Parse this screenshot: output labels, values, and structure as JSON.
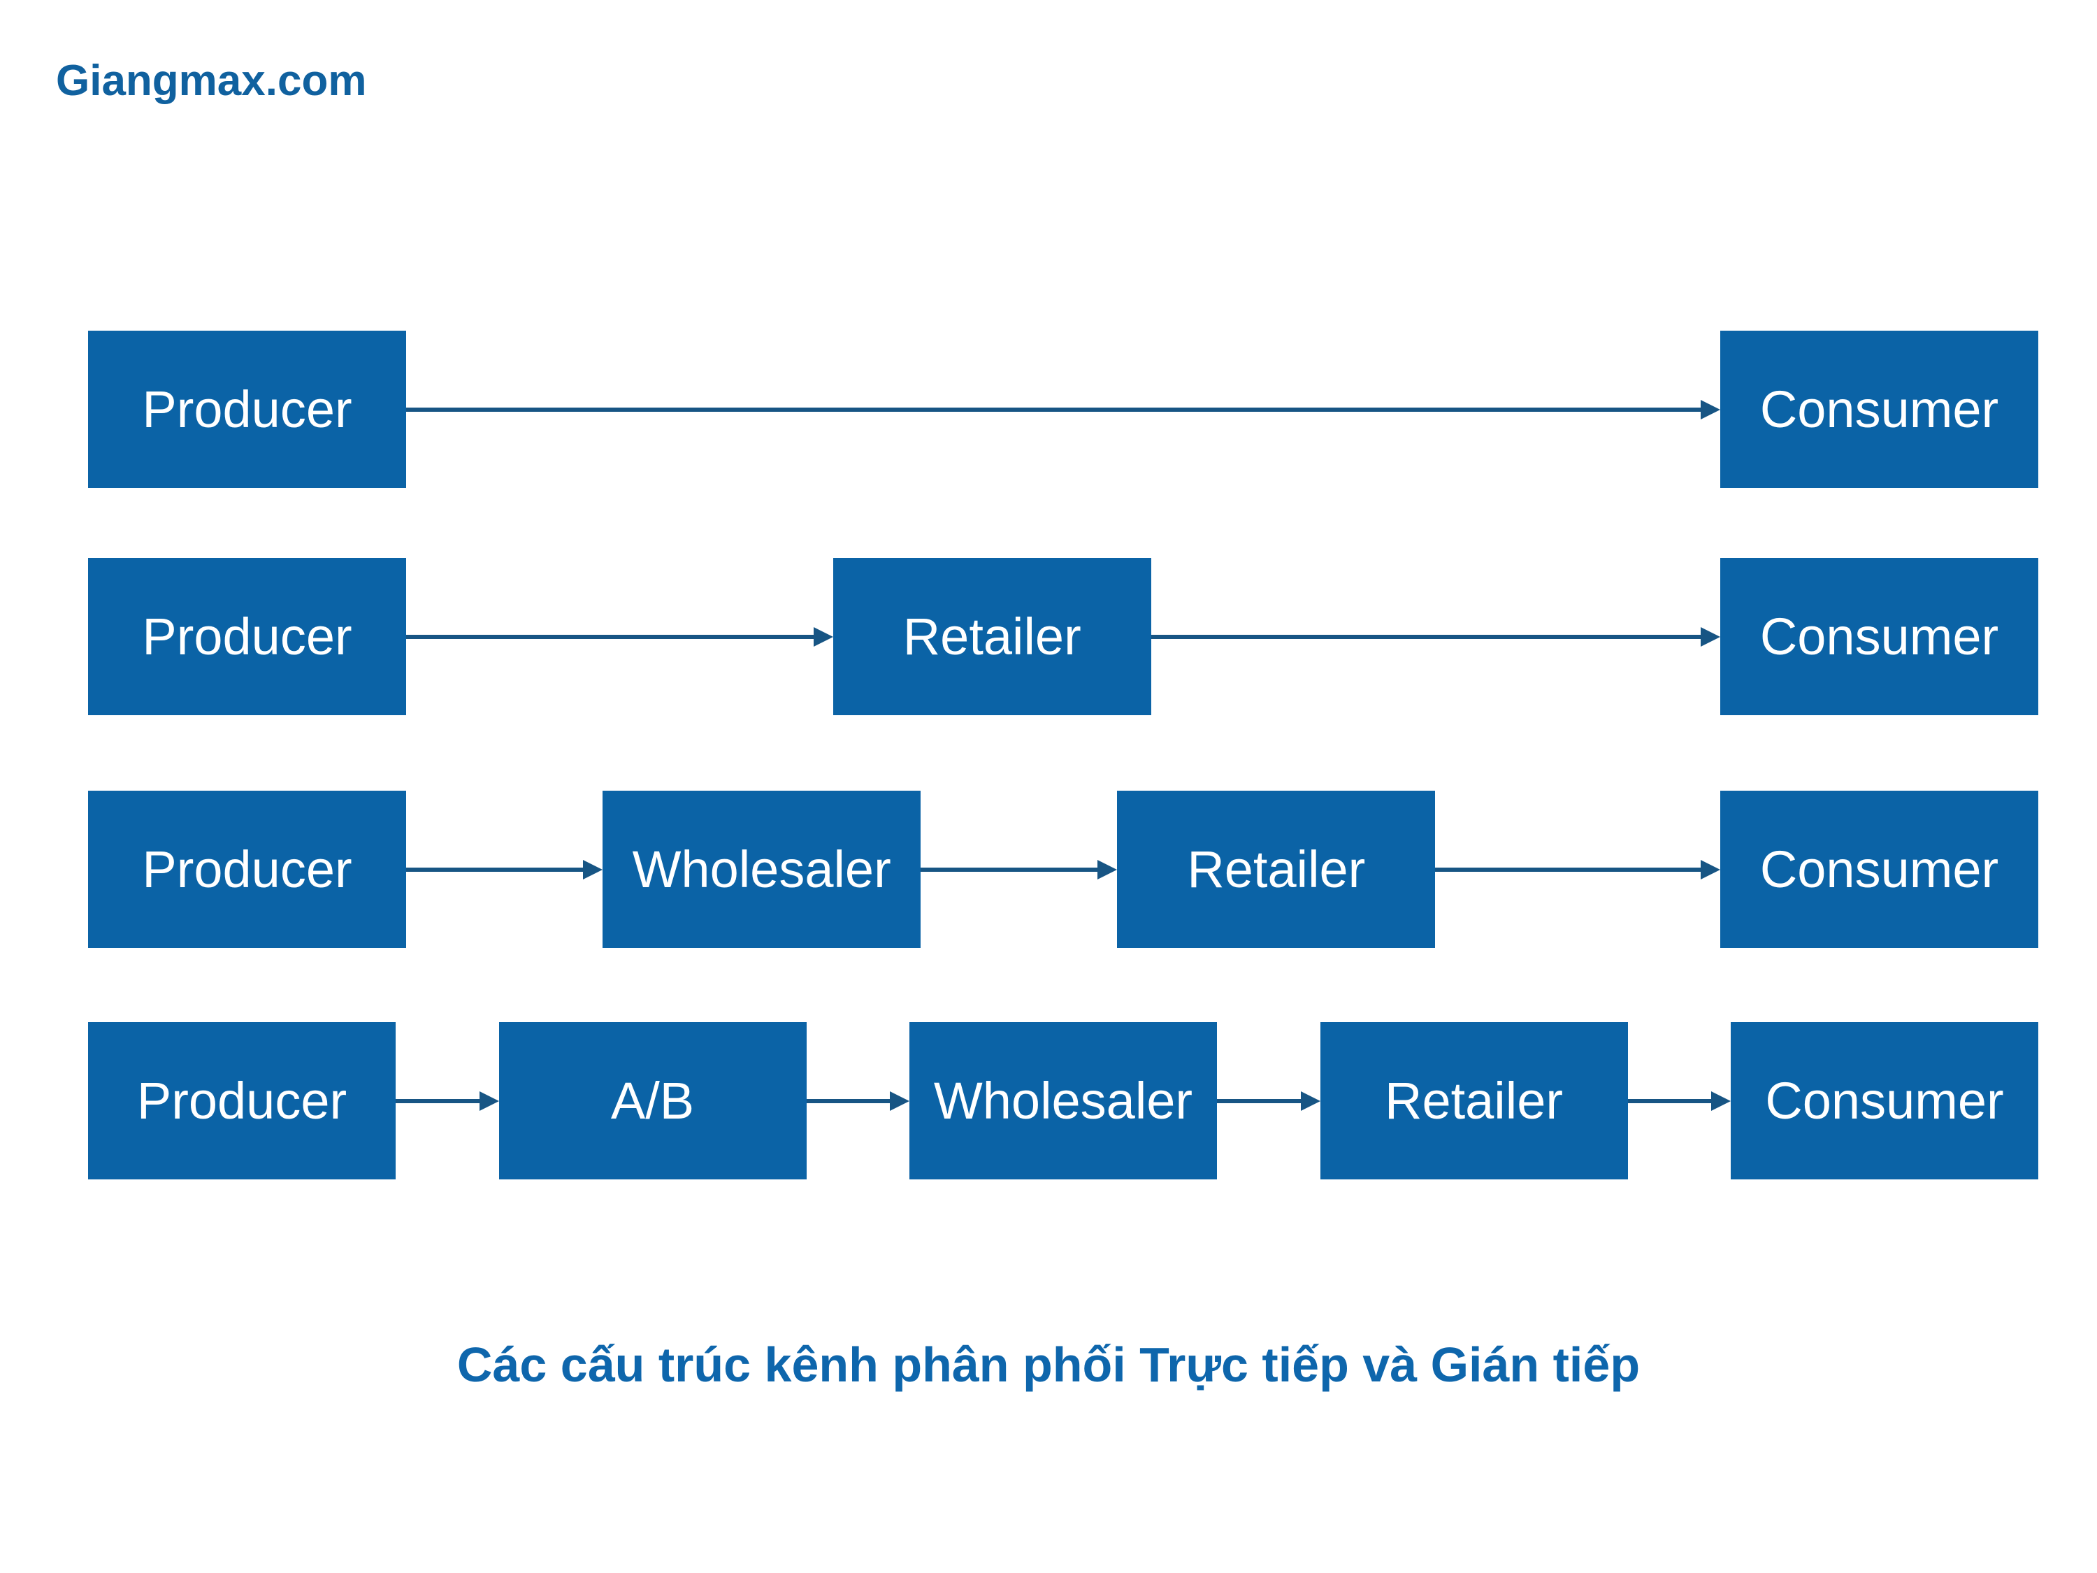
{
  "branding": {
    "site_name": "Giangmax.com"
  },
  "caption": {
    "text": "Các cấu trúc kênh phân phối Trực tiếp và Gián tiếp"
  },
  "colors": {
    "background": "#FFFFFF",
    "box_fill": "#0B63A6",
    "box_text": "#FFFFFF",
    "arrow": "#175584",
    "logo_text": "#10619F",
    "caption_text": "#0E66AC"
  },
  "diagram": {
    "type": "flow",
    "rows": [
      {
        "nodes": [
          "Producer",
          "Consumer"
        ]
      },
      {
        "nodes": [
          "Producer",
          "Retailer",
          "Consumer"
        ]
      },
      {
        "nodes": [
          "Producer",
          "Wholesaler",
          "Retailer",
          "Consumer"
        ]
      },
      {
        "nodes": [
          "Producer",
          "A/B",
          "Wholesaler",
          "Retailer",
          "Consumer"
        ]
      }
    ]
  }
}
